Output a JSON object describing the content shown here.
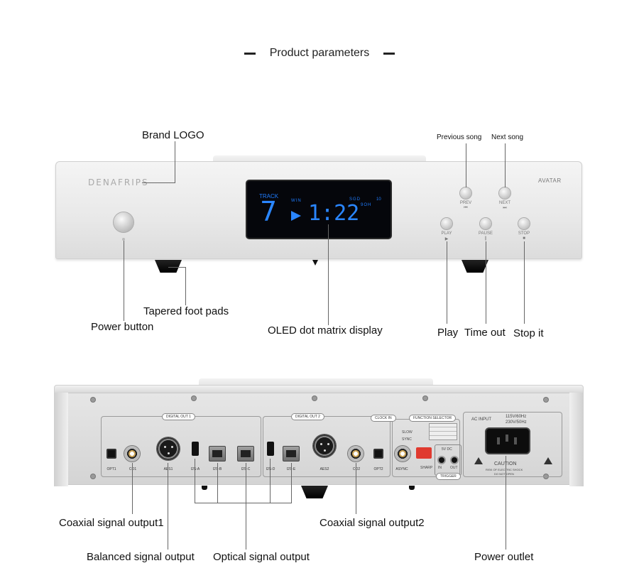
{
  "heading": {
    "title": "Product parameters"
  },
  "front": {
    "brand": "DENAFRIPS",
    "model": "AVATAR",
    "display": {
      "track_label": "TRACK",
      "track_number": "7",
      "time": "1:22",
      "win_label": "WIN",
      "rate_label": "SGD",
      "ch_label": "10",
      "bit_label": "9OH"
    },
    "buttons": {
      "prev": "PREV",
      "next": "NEXT",
      "play": "PLAY",
      "pause": "PAUSE",
      "stop": "STOP",
      "prev_sym": "⏮",
      "next_sym": "⏭",
      "play_sym": "▶",
      "pause_sym": "||",
      "stop_sym": "■"
    }
  },
  "front_labels": {
    "brand_logo": "Brand LOGO",
    "previous_song": "Previous song",
    "next_song": "Next song",
    "tapered_foot_pads": "Tapered foot pads",
    "power_button": "Power button",
    "oled_display": "OLED dot matrix display",
    "play": "Play",
    "time_out": "Time out",
    "stop_it": "Stop it"
  },
  "rear": {
    "digital_out1": "DIGITAL OUT 1",
    "digital_out2": "DIGITAL OUT 2",
    "clock_in": "CLOCK IN",
    "function_selector": "FUNCTION SELECTOR",
    "ports": {
      "opt1": "OPT1",
      "co1": "CO1",
      "aes1": "AES1",
      "i2s_a": "I2S-A",
      "i2s_b": "I2S-B",
      "i2s_c": "I2S-C",
      "i2s_d": "I2S-D",
      "i2s_e": "I2S-E",
      "aes2": "AES2",
      "co2": "CO2",
      "opt2": "OPT2",
      "async": "ASYNC"
    },
    "selector": {
      "slow": "SLOW",
      "sync": "SYNC",
      "sharp": "SHARP"
    },
    "trigger": {
      "label": "TRIGGER",
      "in": "IN",
      "out": "OUT",
      "spec": "5V DC"
    },
    "ac_input": {
      "label": "AC INPUT",
      "spec1": "115V/60Hz",
      "spec2": "230V/50Hz"
    },
    "caution": {
      "title": "CAUTION",
      "line1": "RISK OF ELECTRIC SHOCK",
      "line2": "DO NOT OPEN"
    }
  },
  "rear_labels": {
    "coaxial1": "Coaxial signal output1",
    "coaxial2": "Coaxial signal output2",
    "balanced": "Balanced signal output",
    "optical": "Optical signal output",
    "power_outlet": "Power outlet"
  }
}
